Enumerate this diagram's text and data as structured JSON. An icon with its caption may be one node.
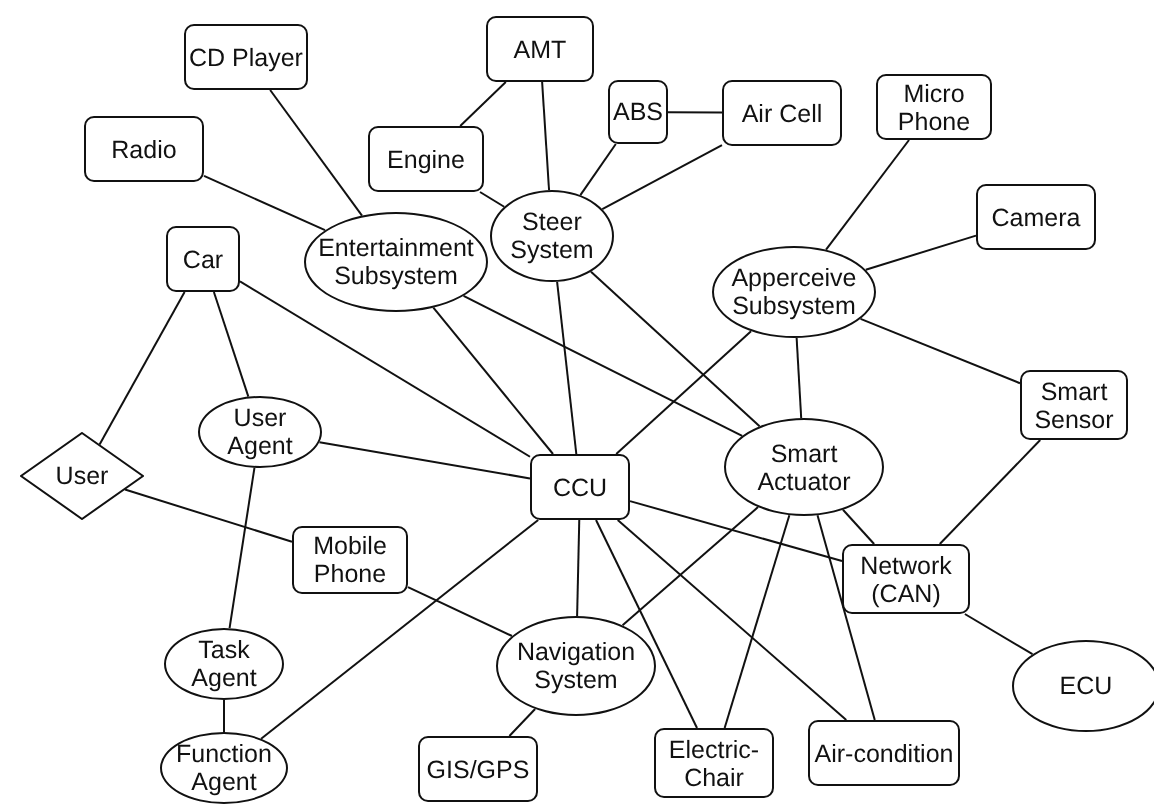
{
  "diagram": {
    "nodes": [
      {
        "text": [
          "CD Player"
        ]
      },
      {
        "text": [
          "AMT"
        ]
      },
      {
        "text": [
          "ABS"
        ]
      },
      {
        "text": [
          "Air Cell"
        ]
      },
      {
        "text": [
          "Micro Phone"
        ]
      },
      {
        "text": [
          "Radio"
        ]
      },
      {
        "text": [
          "Engine"
        ]
      },
      {
        "text": [
          "Camera"
        ]
      },
      {
        "text": [
          "Steer System"
        ]
      },
      {
        "text": [
          "Car"
        ]
      },
      {
        "text": [
          "Entertainment Subsystem"
        ]
      },
      {
        "text": [
          "Apperceive Subsystem"
        ]
      },
      {
        "text": [
          "Smart Sensor"
        ]
      },
      {
        "text": [
          "User Agent"
        ]
      },
      {
        "text": [
          "User"
        ]
      },
      {
        "text": [
          "CCU"
        ]
      },
      {
        "text": [
          "Smart Actuator"
        ]
      },
      {
        "text": [
          "Mobile Phone"
        ]
      },
      {
        "text": [
          "Network (CAN)"
        ]
      },
      {
        "text": [
          "Task Agent"
        ]
      },
      {
        "text": [
          "Navigation System"
        ]
      },
      {
        "text": [
          "ECU"
        ]
      },
      {
        "text": [
          "Function Agent"
        ]
      },
      {
        "text": [
          "GIS/GPS"
        ]
      },
      {
        "text": [
          "Electric-Chair"
        ]
      },
      {
        "text": [
          "Air-condition"
        ]
      }
    ],
    "edges": [
      {
        "from": 0,
        "to": 10,
        "arrow": "none"
      },
      {
        "from": 5,
        "to": 10,
        "arrow": "none"
      },
      {
        "from": 1,
        "to": 6,
        "arrow": "none"
      },
      {
        "from": 1,
        "to": 8,
        "arrow": "none"
      },
      {
        "from": 6,
        "to": 8,
        "arrow": "none"
      },
      {
        "from": 2,
        "to": 3,
        "arrow": "none"
      },
      {
        "from": 2,
        "to": 8,
        "arrow": "none"
      },
      {
        "from": 3,
        "to": 8,
        "arrow": "none"
      },
      {
        "from": 8,
        "to": 15,
        "arrow": "none"
      },
      {
        "from": 8,
        "to": 16,
        "arrow": "none"
      },
      {
        "from": 10,
        "to": 16,
        "arrow": "none"
      },
      {
        "from": 10,
        "to": 15,
        "arrow": "none"
      },
      {
        "from": 9,
        "to": 15,
        "arrow": "none"
      },
      {
        "from": 9,
        "to": 14,
        "arrow": "none"
      },
      {
        "from": 9,
        "to": 13,
        "arrow": "none"
      },
      {
        "from": 14,
        "to": 17,
        "arrow": "none"
      },
      {
        "from": 17,
        "to": 20,
        "arrow": "none"
      },
      {
        "from": 13,
        "to": 15,
        "arrow": "none"
      },
      {
        "from": 13,
        "to": 19,
        "arrow": "none"
      },
      {
        "from": 19,
        "to": 22,
        "arrow": "none"
      },
      {
        "from": 22,
        "to": 15,
        "arrow": "none"
      },
      {
        "from": 4,
        "to": 11,
        "arrow": "none"
      },
      {
        "from": 7,
        "to": 11,
        "arrow": "none"
      },
      {
        "from": 11,
        "to": 12,
        "arrow": "none"
      },
      {
        "from": 11,
        "to": 15,
        "arrow": "none"
      },
      {
        "from": 11,
        "to": 16,
        "arrow": "none"
      },
      {
        "from": 12,
        "to": 18,
        "arrow": "none"
      },
      {
        "from": 18,
        "to": 21,
        "arrow": "none"
      },
      {
        "from": 15,
        "to": 20,
        "arrow": "none"
      },
      {
        "from": 15,
        "to": 18,
        "arrow": "none"
      },
      {
        "from": 15,
        "to": 24,
        "arrow": "none"
      },
      {
        "from": 15,
        "to": 25,
        "arrow": "none"
      },
      {
        "from": 16,
        "to": 20,
        "arrow": "none"
      },
      {
        "from": 16,
        "to": 24,
        "arrow": "none"
      },
      {
        "from": 16,
        "to": 25,
        "arrow": "none"
      },
      {
        "from": 16,
        "to": 18,
        "arrow": "none"
      },
      {
        "from": 20,
        "to": 23,
        "arrow": "none"
      }
    ]
  }
}
